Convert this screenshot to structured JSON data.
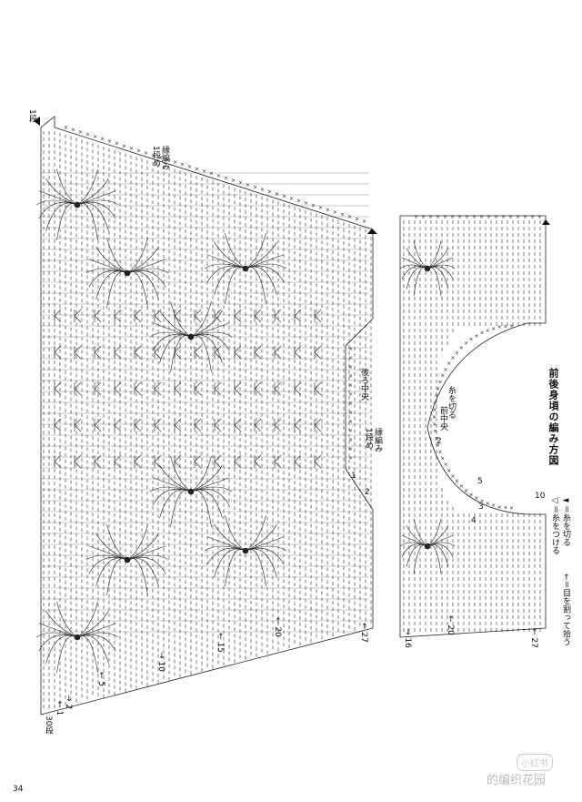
{
  "page_number": "34",
  "title": "前後身頃の編み方図",
  "legend": {
    "items": [
      {
        "marker": "◄",
        "text": "＝糸を切る"
      },
      {
        "marker": "◁",
        "text": "＝糸をつける"
      },
      {
        "marker": "←",
        "text": "＝目を割って拾う"
      }
    ]
  },
  "back_panel": {
    "labels": {
      "top_start": "1段",
      "edging_1": "縁編み",
      "edging_1b": "1段め",
      "center_back": "後ろ中央",
      "edging_2": "縁編み",
      "edging_2b": "1段め",
      "bottom_right": "30段"
    },
    "row_markers": [
      "27",
      "20",
      "15",
      "10",
      "5",
      "2",
      "1"
    ],
    "stitch_markers": [
      "1",
      "2"
    ]
  },
  "front_panel": {
    "labels": {
      "thread_cut": "糸を切る",
      "center_front": "前中央",
      "ten": "10",
      "five": "5",
      "three": "3",
      "four": "4",
      "two": "2"
    },
    "row_markers": [
      "27",
      "20",
      "16"
    ]
  },
  "watermark": {
    "badge": "小红书",
    "text": "的编织花园"
  }
}
